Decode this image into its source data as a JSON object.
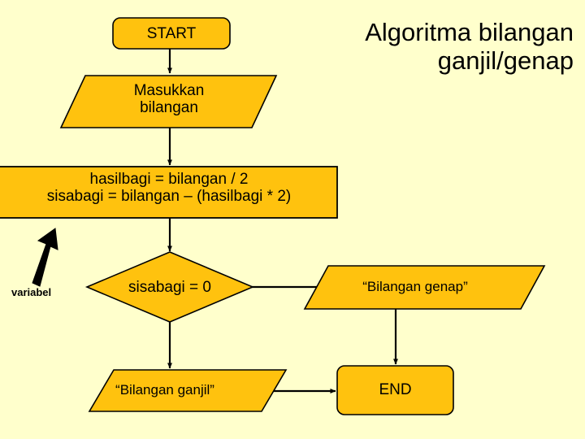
{
  "slide": {
    "background_color": "#FFFFCC",
    "shape_fill_color": "#FFC20E",
    "shape_border_color": "#000000",
    "text_color": "#000000",
    "title": "Algoritma bilangan\nganjil/genap"
  },
  "flowchart": {
    "nodes": [
      {
        "id": "start",
        "shape": "terminator",
        "text": "START"
      },
      {
        "id": "input",
        "shape": "parallelogram",
        "text": "Masukkan\nbilangan"
      },
      {
        "id": "process",
        "shape": "rectangle",
        "text": "hasilbagi = bilangan / 2\nsisabagi = bilangan – (hasilbagi * 2)"
      },
      {
        "id": "decision",
        "shape": "diamond",
        "text": "sisabagi = 0"
      },
      {
        "id": "genap",
        "shape": "parallelogram",
        "text": "“Bilangan genap”"
      },
      {
        "id": "ganjil",
        "shape": "parallelogram",
        "text": "“Bilangan ganjil”"
      },
      {
        "id": "end",
        "shape": "terminator",
        "text": "END"
      }
    ],
    "annotations": [
      {
        "id": "variabel-callout",
        "text": "variabel",
        "arrow": "thick-arrow-up-right"
      }
    ],
    "connectors": [
      {
        "from": "start",
        "to": "input",
        "direction": "down",
        "arrow": true
      },
      {
        "from": "input",
        "to": "process",
        "direction": "down",
        "arrow": true
      },
      {
        "from": "process",
        "to": "decision",
        "direction": "down",
        "arrow": true
      },
      {
        "from": "decision",
        "to": "genap",
        "direction": "right",
        "arrow": true
      },
      {
        "from": "decision",
        "to": "ganjil",
        "direction": "down",
        "arrow": true
      },
      {
        "from": "genap",
        "to": "end",
        "direction": "down",
        "arrow": true
      },
      {
        "from": "ganjil",
        "to": "end",
        "direction": "right",
        "arrow": true
      }
    ]
  }
}
